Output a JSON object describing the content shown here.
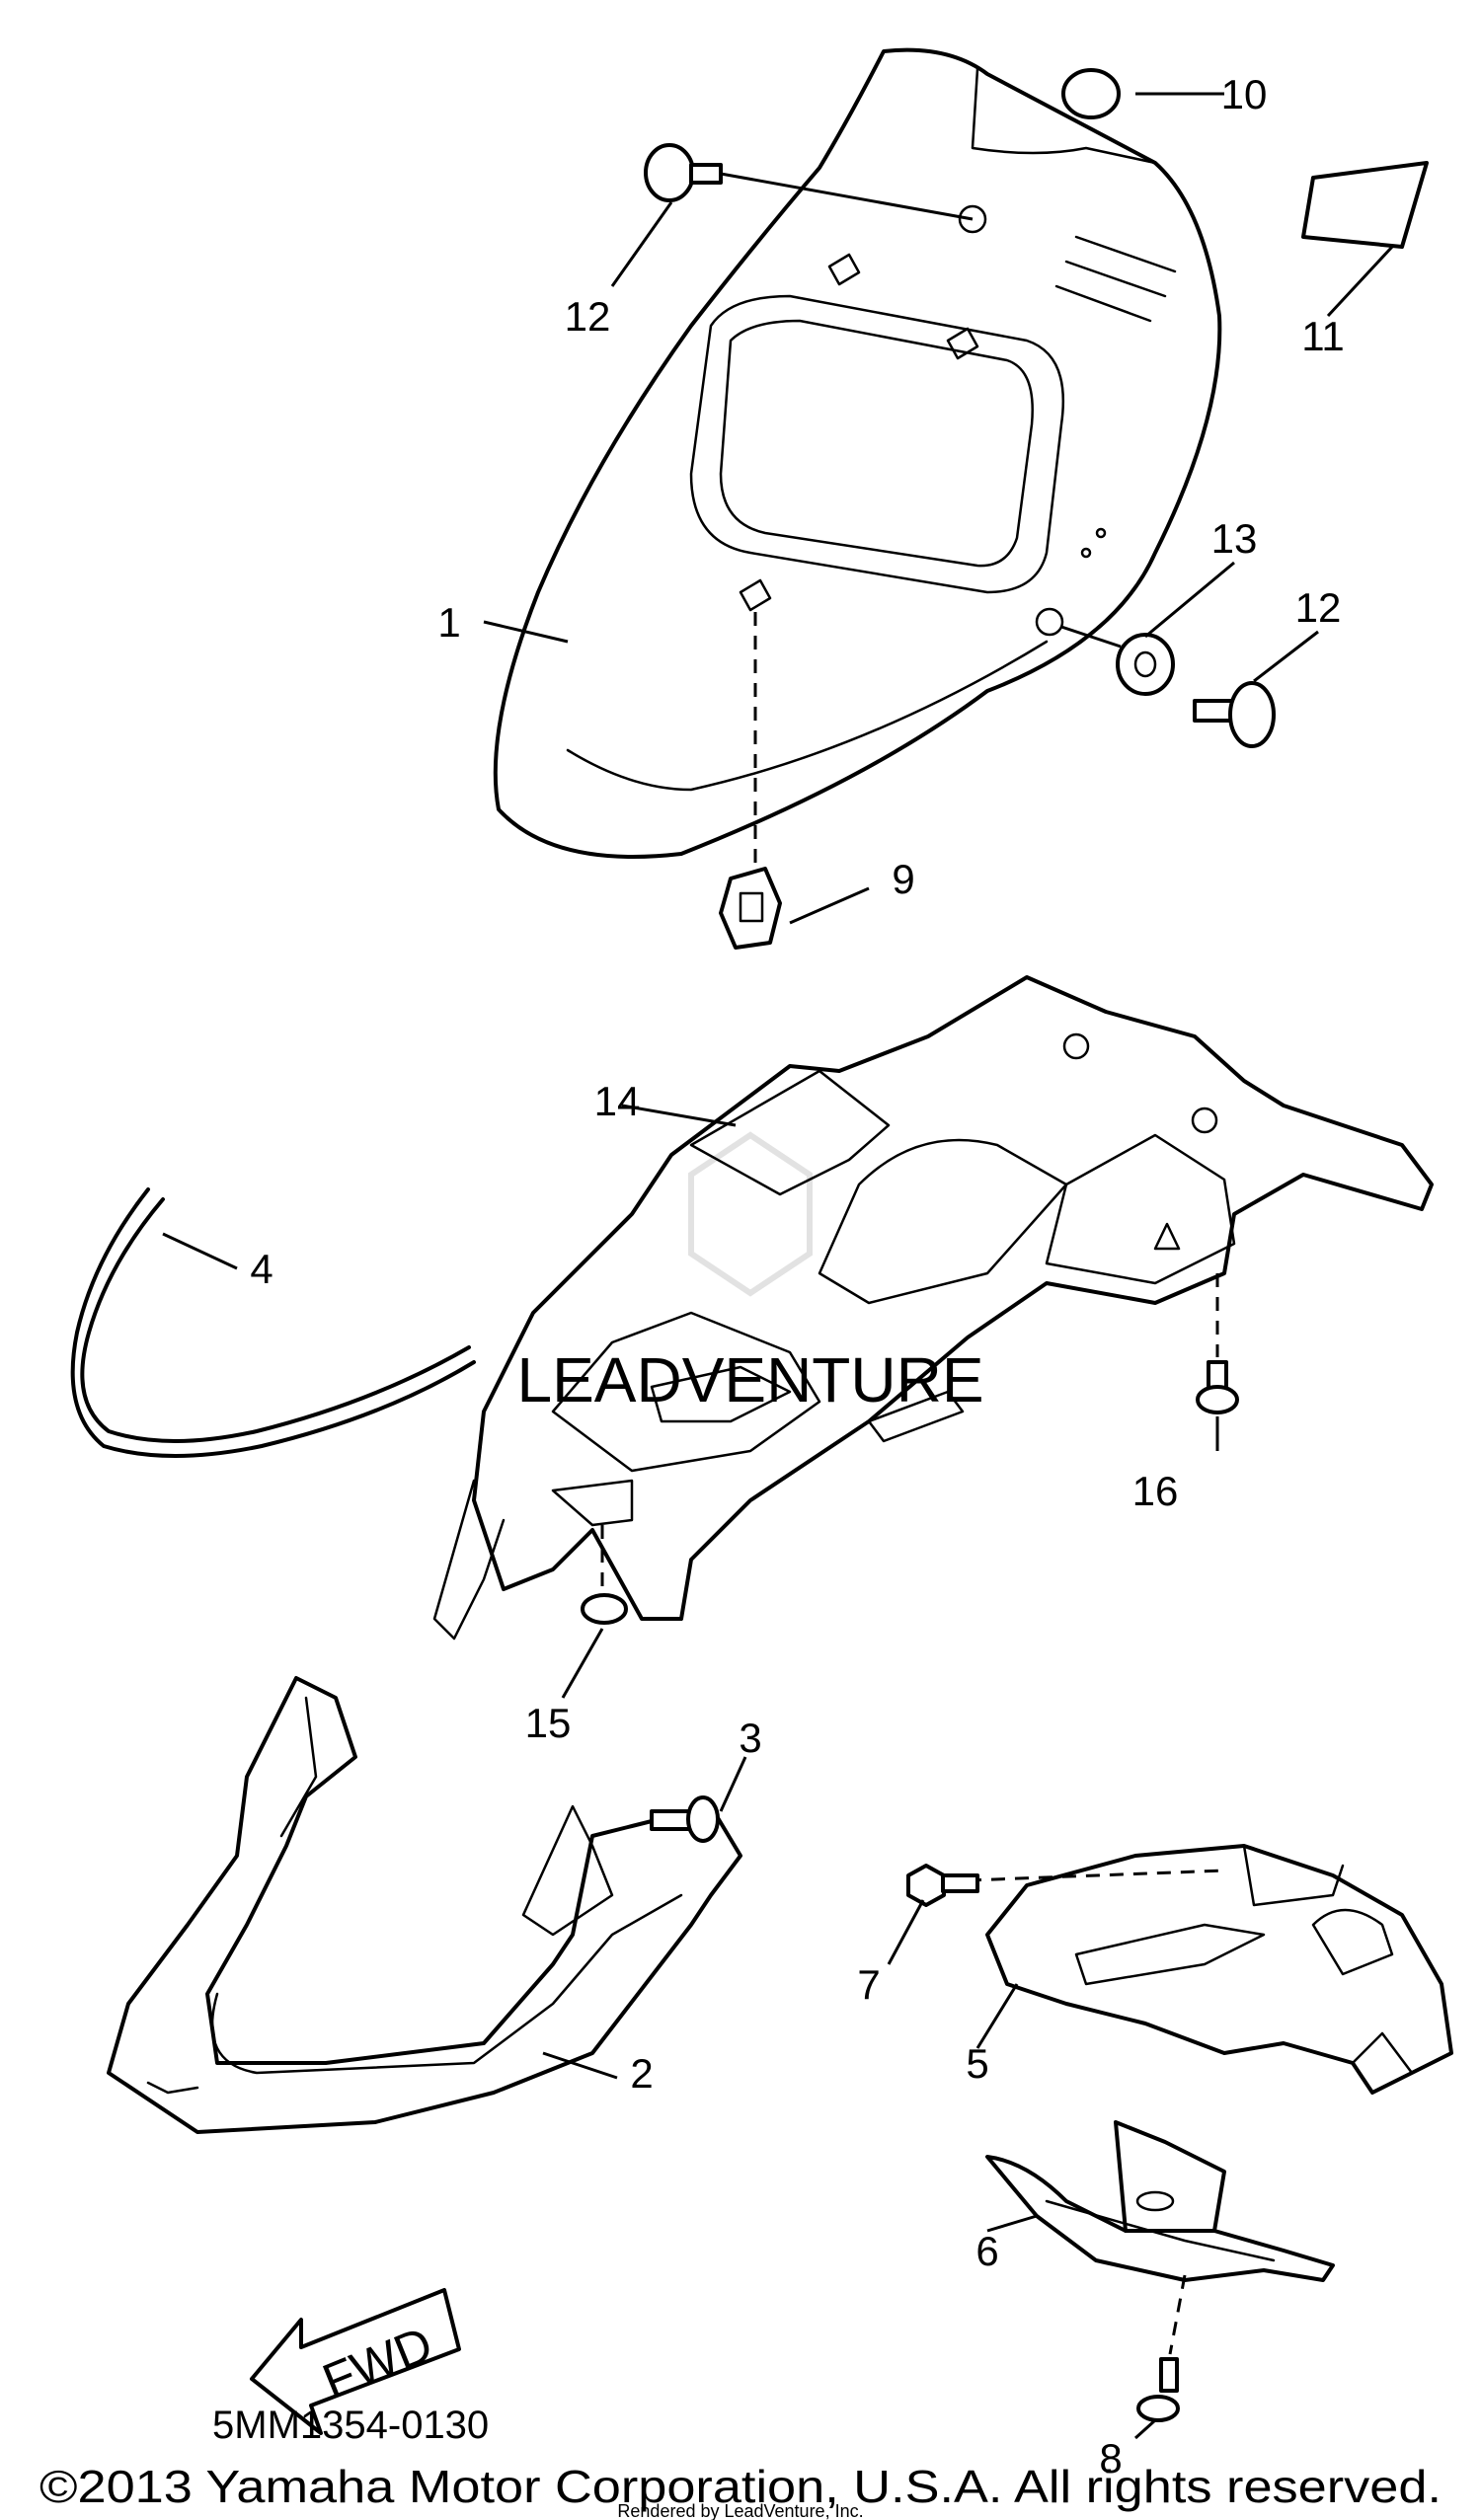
{
  "callouts": [
    "1",
    "2",
    "3",
    "4",
    "5",
    "6",
    "7",
    "8",
    "9",
    "10",
    "11",
    "12",
    "12",
    "13",
    "14",
    "15",
    "16"
  ],
  "fwd_label": "FWD",
  "drawing_code": "5MM1354-0130",
  "copyright": "©2013 Yamaha Motor Corporation, U.S.A. All rights reserved.",
  "rendered_by": "Rendered by LeadVenture, Inc.",
  "watermark": "LEADVENTURE"
}
